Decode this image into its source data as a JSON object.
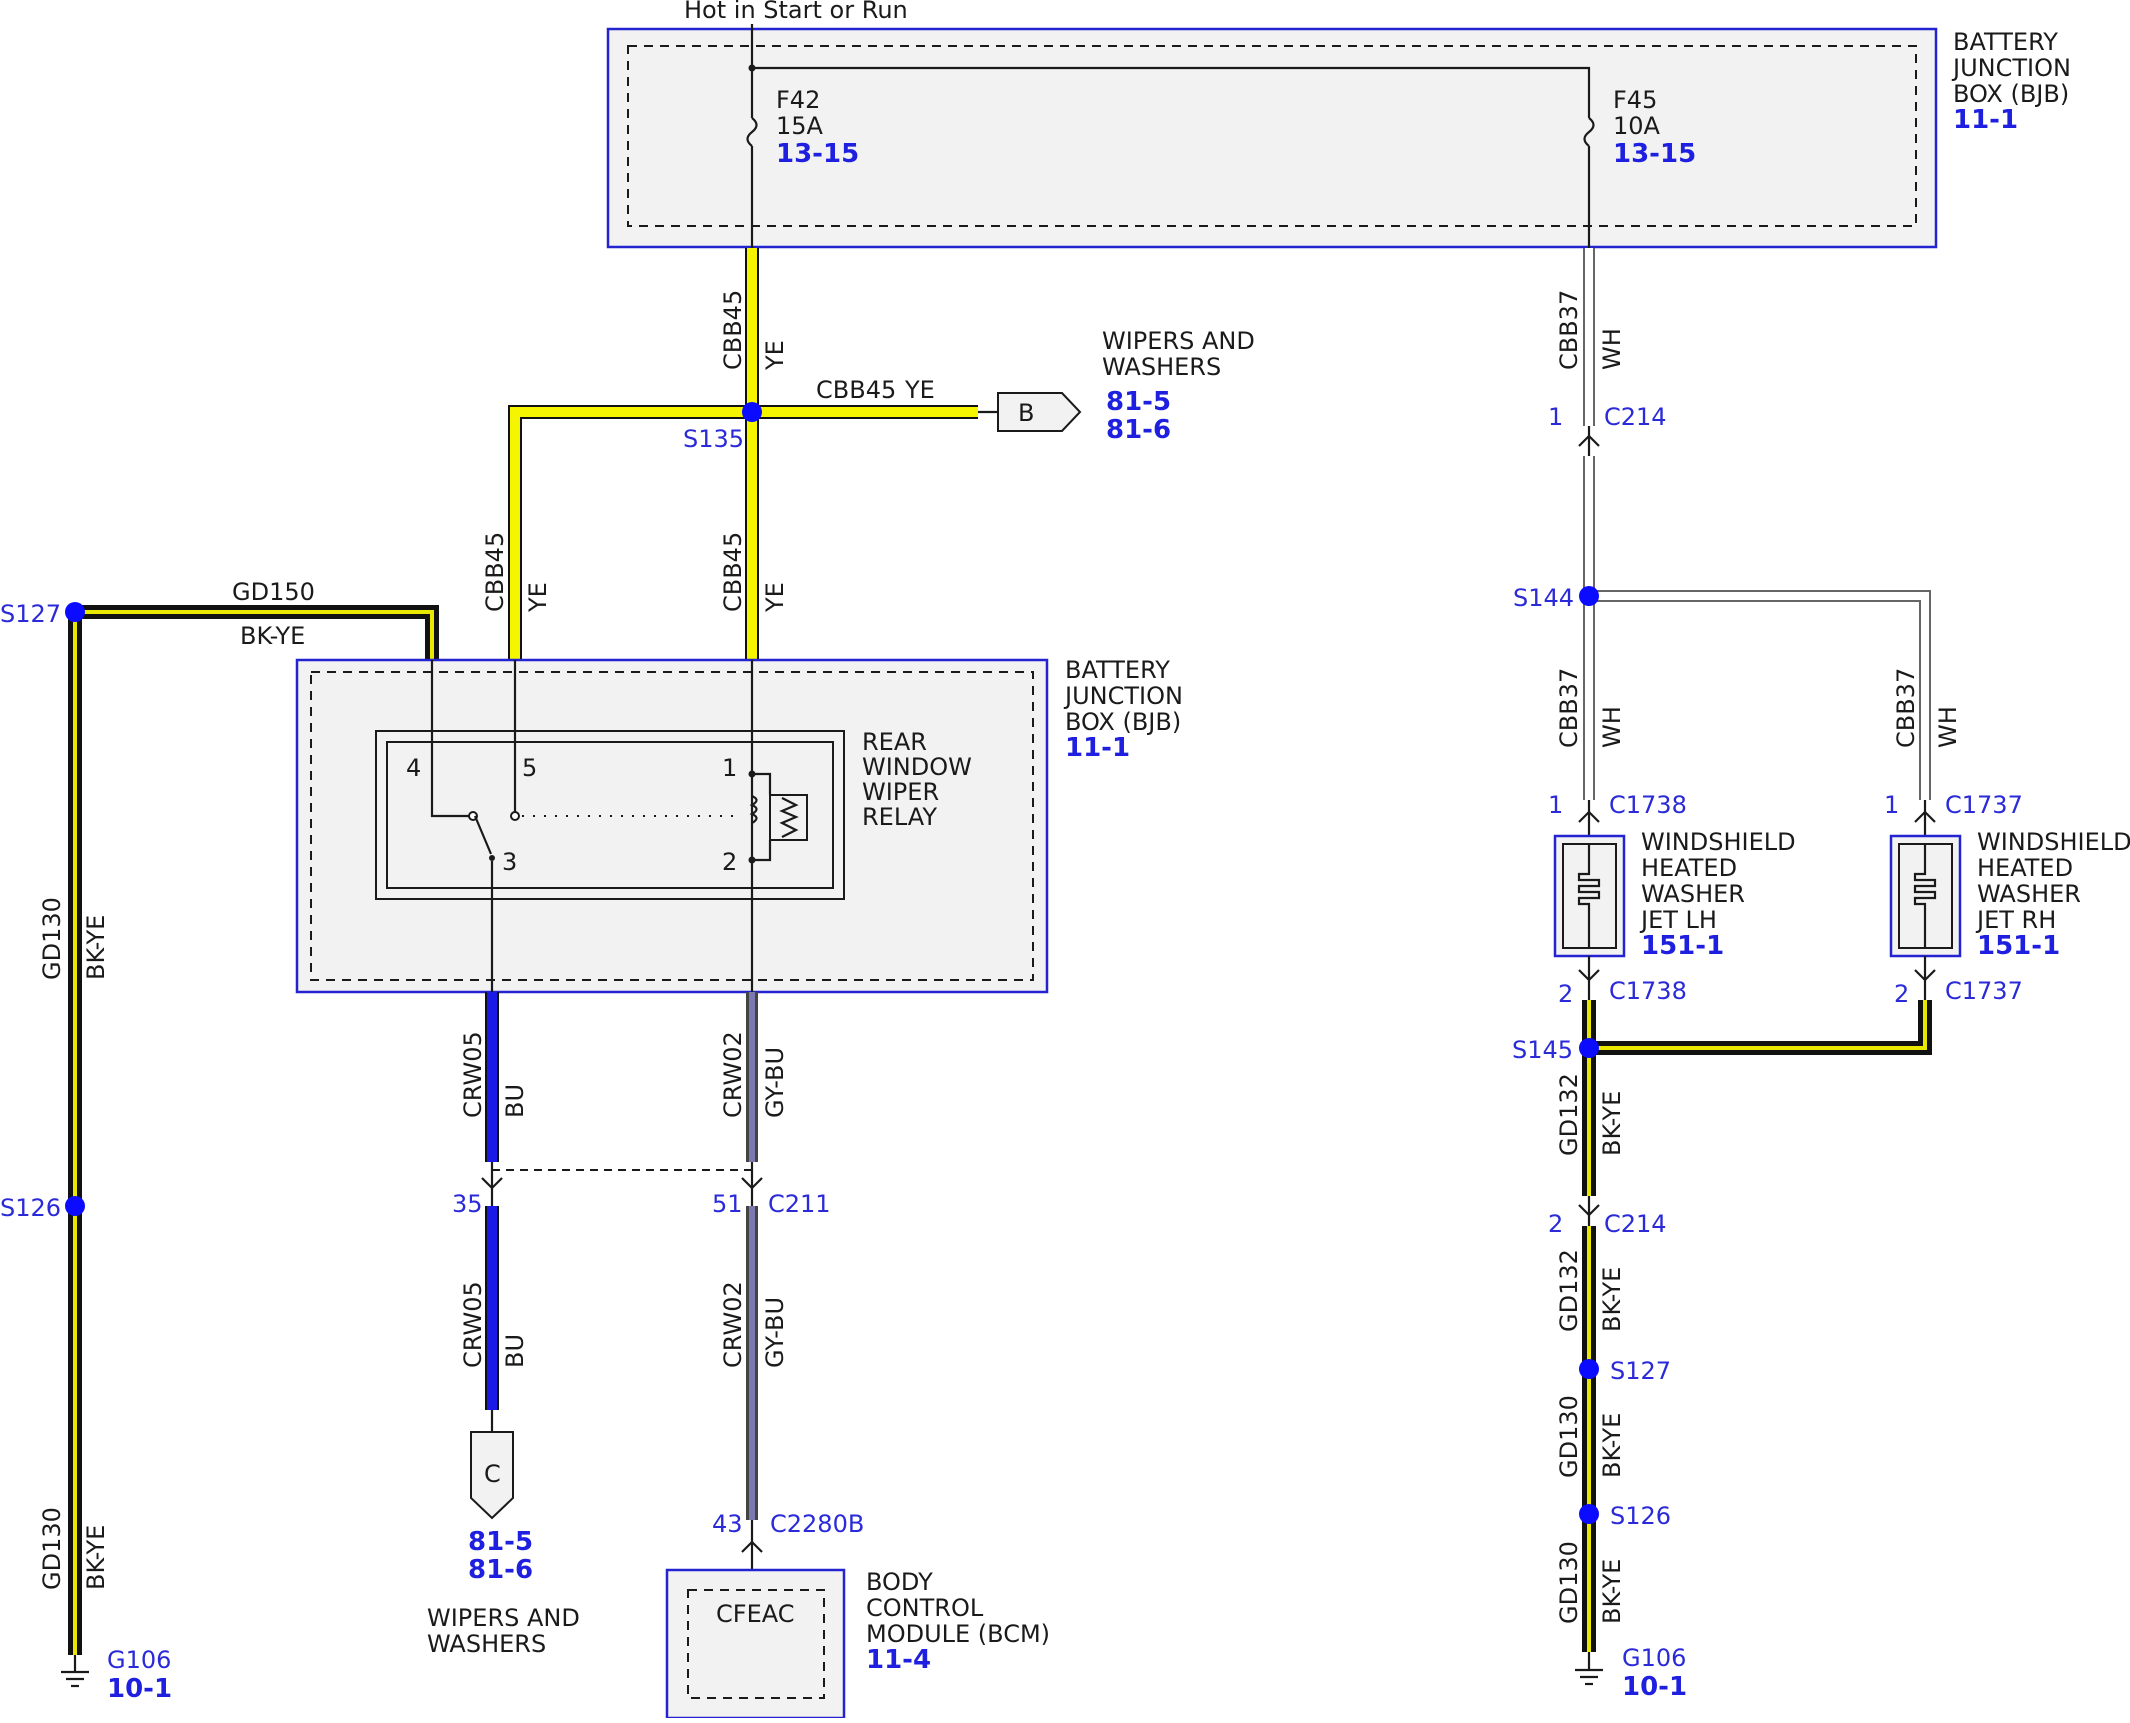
{
  "top_feed": {
    "label": "Hot in Start or Run"
  },
  "bjb_top": {
    "name_lines": [
      "BATTERY",
      "JUNCTION",
      "BOX (BJB)"
    ],
    "ref": "11-1"
  },
  "fuses": [
    {
      "name": "F42",
      "rating": "15A",
      "ref": "13-15"
    },
    {
      "name": "F45",
      "rating": "10A",
      "ref": "13-15"
    }
  ],
  "wires": {
    "cbb45": {
      "circuit": "CBB45",
      "color": "YE",
      "hex": "#f5f500"
    },
    "cbb37": {
      "circuit": "CBB37",
      "color": "WH",
      "hex": "#ffffff"
    },
    "gd150": {
      "circuit": "GD150",
      "color": "BK-YE"
    },
    "gd130": {
      "circuit": "GD130",
      "color": "BK-YE"
    },
    "gd132": {
      "circuit": "GD132",
      "color": "BK-YE"
    },
    "crw05": {
      "circuit": "CRW05",
      "color": "BU",
      "hex": "#1a1ae6"
    },
    "crw02": {
      "circuit": "CRW02",
      "color": "GY-BU",
      "hex": "#7a7ab0"
    }
  },
  "splices": {
    "s135": "S135",
    "s127": "S127",
    "s126": "S126",
    "s144": "S144",
    "s145": "S145"
  },
  "connector_b": {
    "letter": "B",
    "title_lines": [
      "WIPERS AND",
      "WASHERS"
    ],
    "refs": [
      "81-5",
      "81-6"
    ]
  },
  "connector_c": {
    "letter": "C",
    "title_lines": [
      "WIPERS AND",
      "WASHERS"
    ],
    "refs": [
      "81-5",
      "81-6"
    ]
  },
  "bjb_relay": {
    "name_lines": [
      "BATTERY",
      "JUNCTION",
      "BOX (BJB)"
    ],
    "ref": "11-1"
  },
  "relay": {
    "name_lines": [
      "REAR",
      "WINDOW",
      "WIPER",
      "RELAY"
    ],
    "pins": [
      "1",
      "2",
      "3",
      "4",
      "5"
    ]
  },
  "connectors": {
    "c214_top": {
      "pin": "1",
      "name": "C214"
    },
    "c214_bot": {
      "pin": "2",
      "name": "C214"
    },
    "c1738_top": {
      "pin": "1",
      "name": "C1738"
    },
    "c1738_bot": {
      "pin": "2",
      "name": "C1738"
    },
    "c1737_top": {
      "pin": "1",
      "name": "C1737"
    },
    "c1737_bot": {
      "pin": "2",
      "name": "C1737"
    },
    "c211_a": {
      "pin": "35"
    },
    "c211_b": {
      "pin": "51",
      "name": "C211"
    },
    "c2280b": {
      "pin": "43",
      "name": "C2280B"
    }
  },
  "jet_lh": {
    "name_lines": [
      "WINDSHIELD",
      "HEATED",
      "WASHER",
      "JET LH"
    ],
    "ref": "151-1"
  },
  "jet_rh": {
    "name_lines": [
      "WINDSHIELD",
      "HEATED",
      "WASHER",
      "JET RH"
    ],
    "ref": "151-1"
  },
  "bcm": {
    "inner": "CFEAC",
    "name_lines": [
      "BODY",
      "CONTROL",
      "MODULE (BCM)"
    ],
    "ref": "11-4"
  },
  "grounds": {
    "left": {
      "name": "G106",
      "ref": "10-1"
    },
    "right": {
      "name": "G106",
      "ref": "10-1"
    }
  },
  "colors": {
    "frame_blue": "#2323d0",
    "splice_blue": "#0b0bff",
    "ref_blue": "#1f1fe0",
    "box_fill": "#f2f2f2"
  }
}
